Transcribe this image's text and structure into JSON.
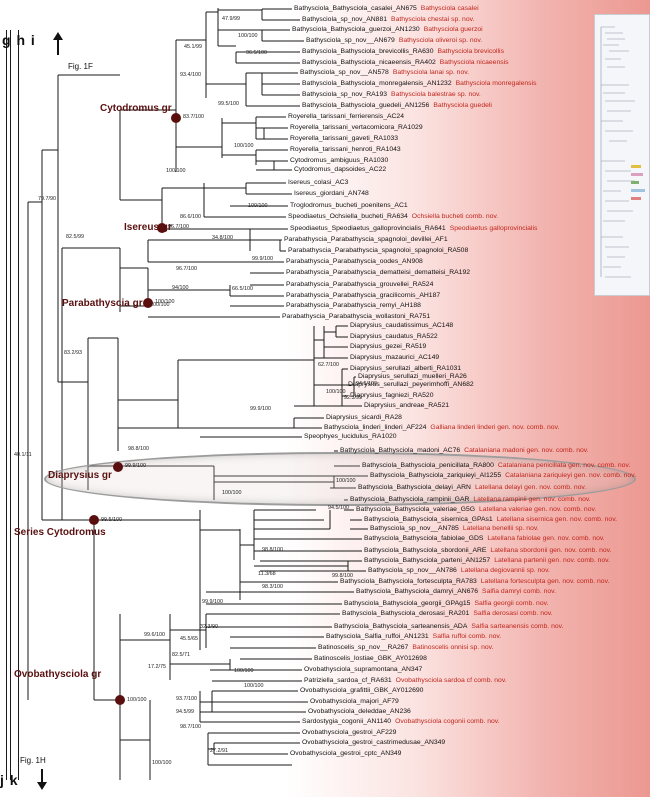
{
  "figure": {
    "left_letters": "g h i",
    "left_letters_bottom": "j k",
    "fig_top_ref": "Fig. 1F",
    "fig_bottom_ref": "Fig. 1H",
    "colors": {
      "new_taxon": "#c0261d",
      "node": "#5a0f0f",
      "group_label": "#5a1010"
    }
  },
  "groups": [
    {
      "id": "cytodromus",
      "label": "Cytodromus gr",
      "support": "83.7/100"
    },
    {
      "id": "isereus",
      "label": "Isereus gr",
      "support": "96.7/100"
    },
    {
      "id": "parabathyscia",
      "label": "Parabathyscia gr",
      "support": "100/100"
    },
    {
      "id": "diaprysius",
      "label": "Diaprysius gr",
      "support": "99.9/100"
    },
    {
      "id": "series",
      "label": "Series Cytodromus",
      "support": "99.5/100"
    },
    {
      "id": "ovobathysciola",
      "label": "Ovobathysciola gr",
      "support": "100/100"
    }
  ],
  "supports": {
    "root": "40.1/11",
    "s79": "79.7/90",
    "s82": "82.5/99",
    "s83": "83.2/93",
    "s45": "45.1/99",
    "s93": "93.4/100",
    "s99bal": "99.5/100",
    "s4799": "47.9/99",
    "s100g": "100/100",
    "s965": "96.5/100",
    "s100tar": "100/100",
    "s100cyt": "100/100",
    "s86": "86.6/100",
    "s100ise": "100/100",
    "s348": "34.8/100",
    "s999sp": "99.9/100",
    "s96": "96.7/100",
    "s94": "94/100",
    "s66": "66.5/100",
    "s100par": "100/100",
    "s98dia": "98.8/100",
    "s999ser": "99.9/100",
    "s100dia": "100/100",
    "s627": "62.7/100",
    "s100sm": "100/100",
    "s94s": "94.5/100",
    "s92": "92.3/99",
    "s100cat": "100/100",
    "s945lat": "94.5/100",
    "s988": "98.8/100",
    "s113": "11.3/68",
    "s983": "98.3/100",
    "s999bv": "99.9/100",
    "s998": "99.8/100",
    "s966": "99.6/100",
    "s323": "32.3/90",
    "s455": "45.5/65",
    "s825": "82.5/71",
    "s172": "17.2/75",
    "s100sal": "100/100",
    "s100bat": "100/100",
    "s937": "93.7/100",
    "s945ov": "94.5/99",
    "s987": "98.7/100",
    "s272": "27.2/91",
    "s100ov": "100/100"
  },
  "taxa": [
    {
      "n": "Bathysciola_Bathysciola_casalei_AN675",
      "r": "Bathysciola casalei"
    },
    {
      "n": "Bathysciola_sp_nov_AN881",
      "r": "Bathysciola chestai sp. nov."
    },
    {
      "n": "Bathysciola_Bathysciola_guerzoi_AN1230",
      "r": "Bathysciola guerzoi"
    },
    {
      "n": "Bathysciola_sp_nov__AN679",
      "r": "Bathysciola oliveroi sp. nov."
    },
    {
      "n": "Bathysciola_Bathysciola_brevicollis_RA630",
      "r": "Bathysciola brevicollis"
    },
    {
      "n": "Bathysciola_Bathysciola_nicaeensis_RA402",
      "r": "Bathysciola nicaeensis"
    },
    {
      "n": "Bathysciola_sp_nov__AN578",
      "r": "Bathysciola lanai sp. nov."
    },
    {
      "n": "Bathysciola_Bathysciola_monregalensis_AN1232",
      "r": "Bathysciola monregalensis"
    },
    {
      "n": "Bathysciola_sp_nov_RA193",
      "r": "Bathysciola balestrae sp. nov."
    },
    {
      "n": "Bathysciola_Bathysciola_guedeli_AN1256",
      "r": "Bathysciola guedeli"
    },
    {
      "n": "Royerella_tarissani_ferrierensis_AC24",
      "r": ""
    },
    {
      "n": "Royerella_tarissani_vertacomicora_RA1029",
      "r": ""
    },
    {
      "n": "Royerella_tarissani_gaveti_RA1033",
      "r": ""
    },
    {
      "n": "Royerella_tarissani_henroti_RA1043",
      "r": ""
    },
    {
      "n": "Cytodromus_ambiguus_RA1030",
      "r": ""
    },
    {
      "n": "Cytodromus_dapsoides_AC22",
      "r": ""
    },
    {
      "n": "Isereus_colasi_AC3",
      "r": ""
    },
    {
      "n": "Isereus_giordani_AN748",
      "r": ""
    },
    {
      "n": "Troglodromus_bucheti_poenitens_AC1",
      "r": ""
    },
    {
      "n": "Speodiaetus_Ochsiella_bucheti_RA634",
      "r": "Ochsiella bucheti comb. nov."
    },
    {
      "n": "Speodiaetus_Speodiaetus_galloprovincialis_RA641",
      "r": "Speodiaetus galloprovincialis"
    },
    {
      "n": "Parabathyscia_Parabathyscia_spagnoloi_devillei_AF1",
      "r": ""
    },
    {
      "n": "Parabathyscia_Parabathyscia_spagnoloi_spagnoloi_RA508",
      "r": ""
    },
    {
      "n": "Parabathyscia_Parabathyscia_oodes_AN908",
      "r": ""
    },
    {
      "n": "Parabathyscia_Parabathyscia_dematteisi_dematteisi_RA192",
      "r": ""
    },
    {
      "n": "Parabathyscia_Parabathyscia_grouvellei_RA524",
      "r": ""
    },
    {
      "n": "Parabathyscia_Parabathyscia_gracilicornis_AH187",
      "r": ""
    },
    {
      "n": "Parabathyscia_Parabathyscia_remyi_AH188",
      "r": ""
    },
    {
      "n": "Parabathyscia_Parabathyscia_wollastoni_RA751",
      "r": ""
    },
    {
      "n": "Diaprysius_caudatissimus_AC148",
      "r": ""
    },
    {
      "n": "Diaprysius_caudatus_RA522",
      "r": ""
    },
    {
      "n": "Diaprysius_gezei_RA519",
      "r": ""
    },
    {
      "n": "Diaprysius_mazaurici_AC149",
      "r": ""
    },
    {
      "n": "Diaprysius_serullazi_alberti_RA1031",
      "r": ""
    },
    {
      "n": "Diaprysius_serullazi_muelleri_RA26",
      "r": ""
    },
    {
      "n": "Diaprysius_serullazi_peyerimhoffi_AN682",
      "r": ""
    },
    {
      "n": "Diaprysius_fagniezi_RA520",
      "r": ""
    },
    {
      "n": "Diaprysius_andreae_RA521",
      "r": ""
    },
    {
      "n": "Diaprysius_sicardi_RA28",
      "r": ""
    },
    {
      "n": "Bathysciola_linderi_linderi_AF224",
      "r": "Galliana linderi linderi gen. nov. comb. nov."
    },
    {
      "n": "Speophyes_lucidulus_RA1020",
      "r": ""
    },
    {
      "n": "Bathysciola_Bathysciola_madoni_AC76",
      "r": "Catalaniana madoni gen. nov. comb. nov."
    },
    {
      "n": "Bathysciola_Bathysciola_penicillata_RA800",
      "r": "Catalaniana penicillata gen. nov. comb. nov."
    },
    {
      "n": "Bathysciola_Bathysciola_zariquieyi_AI1255",
      "r": "Catalaniana zariquieyi gen. nov. comb. nov."
    },
    {
      "n": "Bathysciola_Bathysciola_delayi_ARN",
      "r": "Latellana delayi gen. nov. comb. nov."
    },
    {
      "n": "Bathysciola_Bathysciola_rampinii_GAR",
      "r": "Latellana rampinii gen. nov. comb. nov."
    },
    {
      "n": "Bathysciola_Bathysciola_valeriae_G5G",
      "r": "Latellana valeriae gen. nov. comb. nov."
    },
    {
      "n": "Bathysciola_Bathysciola_sisernica_GPAs1",
      "r": "Latellana sisernica gen. nov. comb. nov."
    },
    {
      "n": "Bathysciola_sp_nov__AN785",
      "r": "Latellana benellii sp. nov."
    },
    {
      "n": "Bathysciola_Bathysciola_fabiolae_GDS",
      "r": "Latellana fabiolae gen. nov. comb. nov."
    },
    {
      "n": "Bathysciola_Bathysciola_sbordonii_ARE",
      "r": "Latellana sbordonii gen. nov. comb. nov."
    },
    {
      "n": "Bathysciola_Bathysciola_parteni_AN1257",
      "r": "Latellana partenii gen. nov. comb. nov."
    },
    {
      "n": "Bathysciola_sp_nov__AN786",
      "r": "Latellana degiovannii sp. nov."
    },
    {
      "n": "Bathysciola_Bathysciola_fortesculpta_RA783",
      "r": "Latellana fortesculpta gen. nov. comb. nov."
    },
    {
      "n": "Bathysciola_Bathysciola_damryi_AN676",
      "r": "Salfia damryi comb. nov."
    },
    {
      "n": "Bathysciola_Bathysciola_georgii_GPAg15",
      "r": "Salfia georgii comb. nov."
    },
    {
      "n": "Bathysciola_Bathysciola_derosasi_RA201",
      "r": "Salfia derosasi comb. nov."
    },
    {
      "n": "Bathysciola_Bathysciola_sarteanensis_ADA",
      "r": "Salfia sarteanensis comb. nov."
    },
    {
      "n": "Bathysciola_Salfia_ruffoi_AN1231",
      "r": "Salfia ruffoi comb. nov."
    },
    {
      "n": "Batinoscelis_sp_nov__RA267",
      "r": "Batinoscelis onnisi sp. nov."
    },
    {
      "n": "Batinoscelis_lostiae_GBK_AY012698",
      "r": ""
    },
    {
      "n": "Ovobathysciola_supramontana_AN347",
      "r": ""
    },
    {
      "n": "Patriziella_sardoa_cf_RA631",
      "r": "Ovobathysciola sardoa cf comb. nov."
    },
    {
      "n": "Ovobathysciola_grafittii_GBK_AY012690",
      "r": ""
    },
    {
      "n": "Ovobathysciola_majori_AF79",
      "r": ""
    },
    {
      "n": "Ovobathysciola_deleddae_AN236",
      "r": ""
    },
    {
      "n": "Sardostygia_cogonii_AN1140",
      "r": "Ovobathysciola cogonii comb. nov."
    },
    {
      "n": "Ovobathysciola_gestroi_AF229",
      "r": ""
    },
    {
      "n": "Ovobathysciola_gestroi_castrimedusae_AN349",
      "r": ""
    },
    {
      "n": "Ovobathysciola_gestroi_cptc_AN349",
      "r": ""
    }
  ]
}
